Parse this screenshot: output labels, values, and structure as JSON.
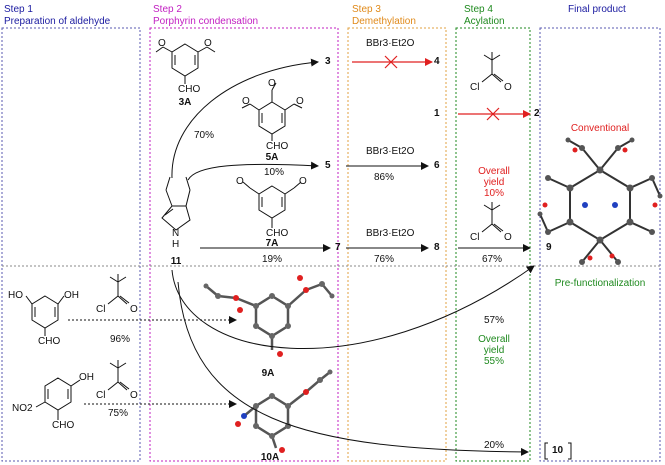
{
  "steps": [
    {
      "label": "Step 1",
      "sub": "Preparation of aldehyde",
      "color": "#1a1aa0"
    },
    {
      "label": "Step 2",
      "sub": "Porphyrin condensation",
      "color": "#c21fc2"
    },
    {
      "label": "Step 3",
      "sub": "Demethylation",
      "color": "#e08a1a"
    },
    {
      "label": "Step 4",
      "sub": "Acylation",
      "color": "#1f8a1f"
    },
    {
      "label": "Final product",
      "sub": "",
      "color": "#1a1aa0"
    }
  ],
  "frame_colors": {
    "step1": "#5a5ab0",
    "step2": "#c21fc2",
    "step3": "#e0a040",
    "step4": "#1f8a1f",
    "final": "#5a5ab0"
  },
  "compounds": {
    "c3": "3",
    "c4": "4",
    "c1": "1",
    "c2": "2",
    "c5": "5",
    "c6": "6",
    "c7": "7",
    "c8": "8",
    "c9": "9",
    "c3A": "3A",
    "c5A": "5A",
    "c7A": "7A",
    "c11": "11",
    "c9A": "9A",
    "c10A": "10A",
    "c10": "10"
  },
  "reagents": {
    "bbr3_1": "BBr3·Et2O",
    "bbr3_2": "BBr3·Et2O",
    "bbr3_3": "BBr3·Et2O"
  },
  "atom_labels": {
    "cho": "CHO",
    "cl": "Cl",
    "o": "O",
    "ho": "HO",
    "oh": "OH",
    "no2": "NO2",
    "nh": "N",
    "h": "H"
  },
  "yields": {
    "y70": "70%",
    "y10": "10%",
    "y86": "86%",
    "y19": "19%",
    "y76": "76%",
    "y67": "67%",
    "y96": "96%",
    "y75": "75%",
    "y57": "57%",
    "y20": "20%"
  },
  "notes": {
    "conventional": "Conventional",
    "overall_red_1": "Overall",
    "overall_red_2": "yield",
    "overall_red_3": "10%",
    "prefunc": "Pre-functionalization",
    "overall_green_1": "Overall",
    "overall_green_2": "yield",
    "overall_green_3": "55%"
  },
  "colors": {
    "red": "#e02020",
    "green": "#1f8a1f",
    "black": "#111111"
  }
}
